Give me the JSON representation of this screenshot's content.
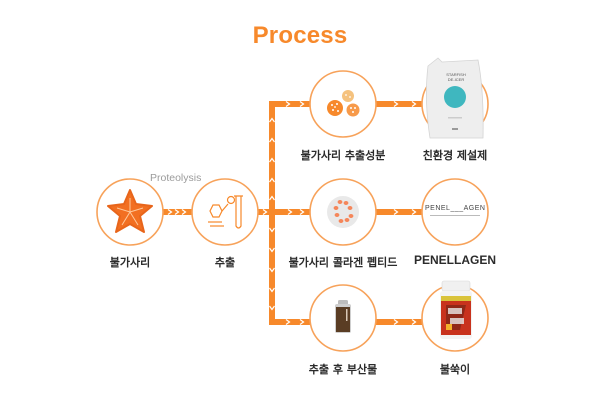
{
  "title": "Process",
  "colors": {
    "accent": "#f7892b",
    "line": "#f7892b",
    "circle_stroke": "#f7a25a",
    "text": "#2b2b2b",
    "annotation": "#9b9b9b"
  },
  "annotation": "Proteolysis",
  "nodes": {
    "source": {
      "label": "불가사리",
      "icon": "starfish-icon"
    },
    "extraction": {
      "label": "추출",
      "icon": "chemistry-test-tube-icon"
    },
    "extract_component": {
      "label": "불가사리 추출성분",
      "icon": "particles-icon"
    },
    "collagen_peptide": {
      "label": "불가사리 콜라겐 펩티드",
      "icon": "petri-dish-icon"
    },
    "byproduct": {
      "label": "추출 후 부산물",
      "icon": "liquid-bottle-icon"
    },
    "deicer": {
      "label": "친환경 제설제",
      "icon": "deicer-pouch-icon",
      "product_text": [
        "STARFISH",
        "DE-ICER"
      ]
    },
    "penellagen": {
      "label": "PENELLAGEN",
      "icon": "penellagen-logo-icon",
      "logo_text": "PENEL___AGEN"
    },
    "bulssugi": {
      "label": "불쑥이",
      "icon": "supplement-bottle-icon"
    }
  }
}
